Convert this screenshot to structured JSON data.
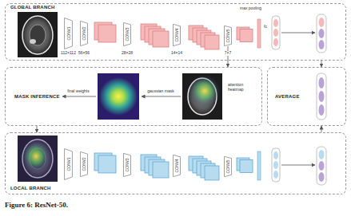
{
  "diagram": {
    "caption": "Figure 6: ResNet-50.",
    "nodes": [
      {
        "text": [
          "GLOBAL BRANCH"
        ]
      },
      {
        "text": [
          "CONV1"
        ],
        "in": 0
      },
      {
        "text": [
          "CONV2"
        ],
        "in": 0
      },
      {
        "text": [
          "CONV3"
        ],
        "in": 0
      },
      {
        "text": [
          "CONV4"
        ],
        "in": 0
      },
      {
        "text": [
          "CONV5"
        ],
        "in": 0
      },
      {
        "text": [
          "MASK INFERENCE"
        ]
      },
      {
        "text": [
          "AVERAGE"
        ]
      },
      {
        "text": [
          "LOCAL BRANCH"
        ]
      },
      {
        "text": [
          "CONV1"
        ],
        "in": 8
      },
      {
        "text": [
          "CONV2"
        ],
        "in": 8
      },
      {
        "text": [
          "CONV3"
        ],
        "in": 8
      },
      {
        "text": [
          "CONV4"
        ],
        "in": 8
      },
      {
        "text": [
          "CONV5"
        ],
        "in": 8
      }
    ],
    "edges": [
      {
        "from": 5,
        "to": 6,
        "arrow": "to"
      },
      {
        "from": 6,
        "to": 8,
        "arrow": "to"
      },
      {
        "from": 0,
        "to": 7,
        "arrow": "to"
      },
      {
        "from": 8,
        "to": 7,
        "arrow": "to"
      }
    ],
    "labels": [
      "112×112",
      "56×56",
      "28×28",
      "14×14",
      "7×7",
      "max pooling",
      "fc",
      "final weights",
      "gaussian mask",
      "attention heatmap"
    ]
  }
}
